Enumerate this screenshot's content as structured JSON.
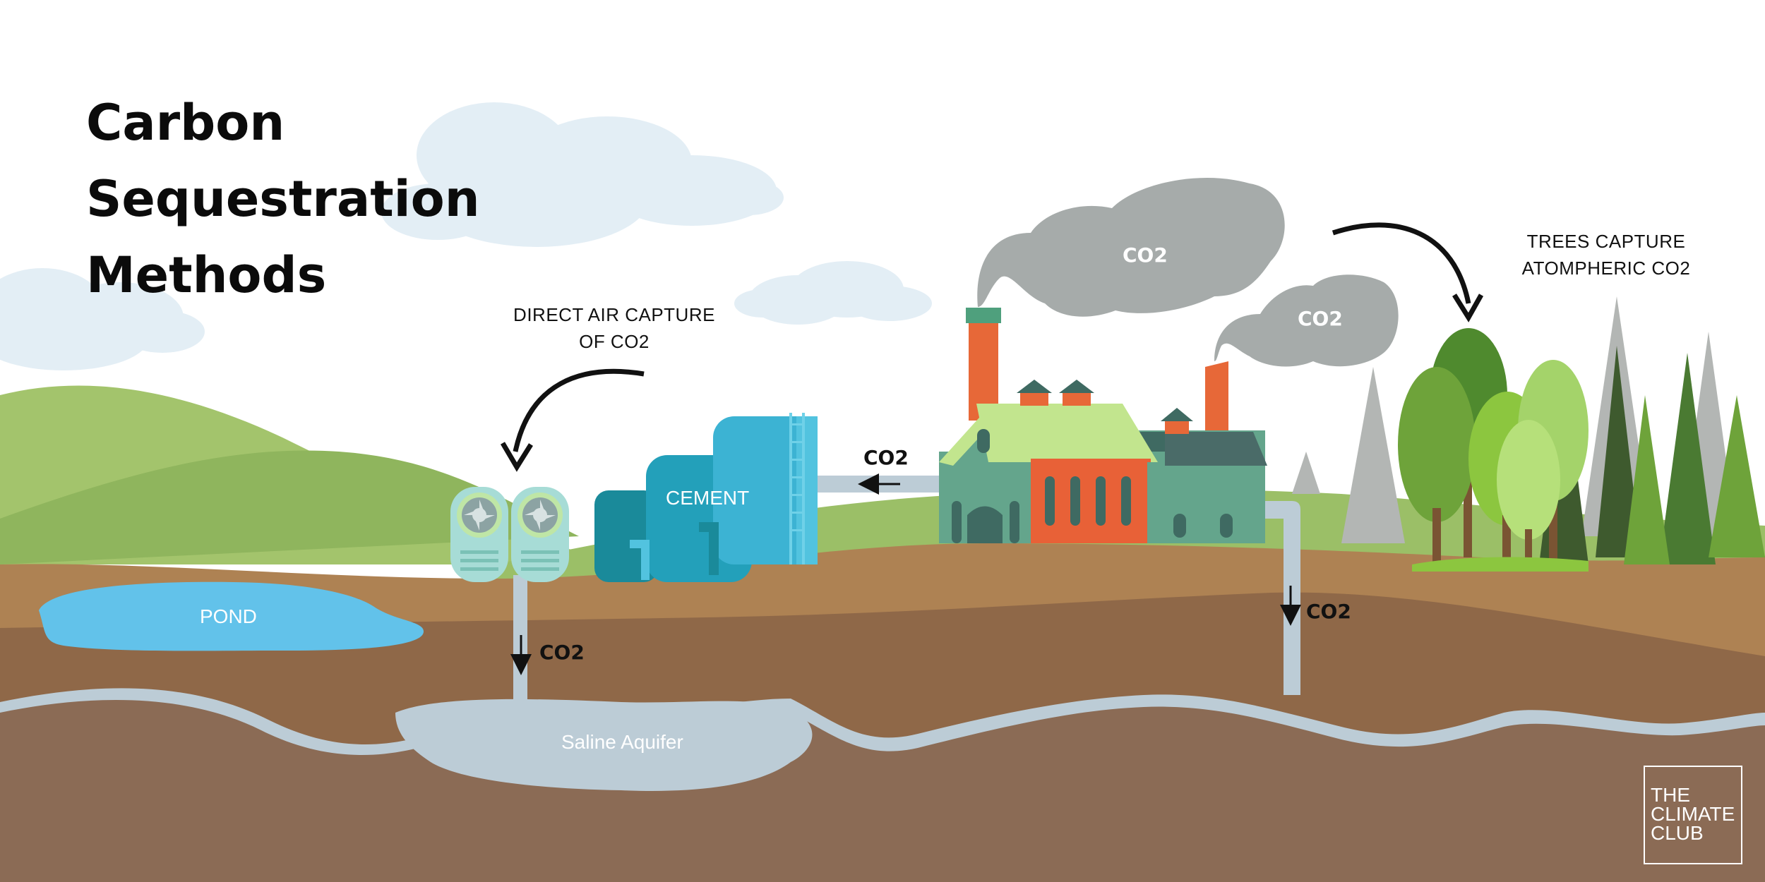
{
  "title": {
    "line1": "Carbon",
    "line2": "Sequestration",
    "line3": "Methods"
  },
  "labels": {
    "direct_air_line1": "DIRECT AIR CAPTURE",
    "direct_air_line2": "OF CO2",
    "trees_line1": "TREES CAPTURE",
    "trees_line2": "ATOMPHERIC CO2",
    "cement": "CEMENT",
    "pond": "POND",
    "aquifer": "Saline Aquifer",
    "co2_smoke_large": "CO2",
    "co2_smoke_small": "CO2",
    "co2_pipe": "CO2",
    "co2_dac_down": "CO2",
    "co2_factory_down": "CO2"
  },
  "logo": {
    "line1": "THE",
    "line2": "CLIMATE",
    "line3": "CLUB"
  },
  "colors": {
    "sky": "#ffffff",
    "cloud": "#e3eef5",
    "hill_light": "#a3c46c",
    "hill_dark": "#8fb55d",
    "soil_top": "#ae8253",
    "soil_mid": "#8f6848",
    "soil_deep": "#8b6b55",
    "aquifer": "#bcccd6",
    "pond": "#62c2ea",
    "smoke": "#a6abaa",
    "chimney": "#e76838",
    "factory_green": "#64a58c",
    "factory_roof": "#c2e58e",
    "factory_red": "#e86137",
    "tank_blue": "#3cb3d3",
    "dac_unit": "#a7dcd6"
  }
}
